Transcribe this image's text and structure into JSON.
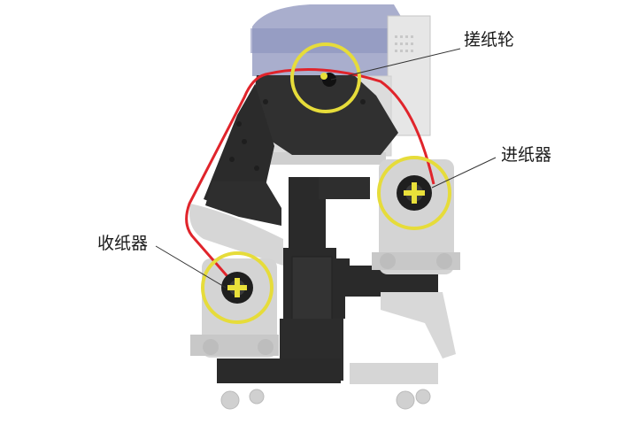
{
  "labels": {
    "pickup_roller": "搓纸轮",
    "paper_feeder": "进纸器",
    "paper_receiver": "收纸器"
  },
  "colors": {
    "paper_path": "#e0242b",
    "highlight_ring": "#e6dc3a",
    "frame": "#2a2a2a",
    "machine_ghost": "#d4d4d4",
    "printer_top": "#8890b8",
    "hub_cross": "#e9e03a"
  }
}
